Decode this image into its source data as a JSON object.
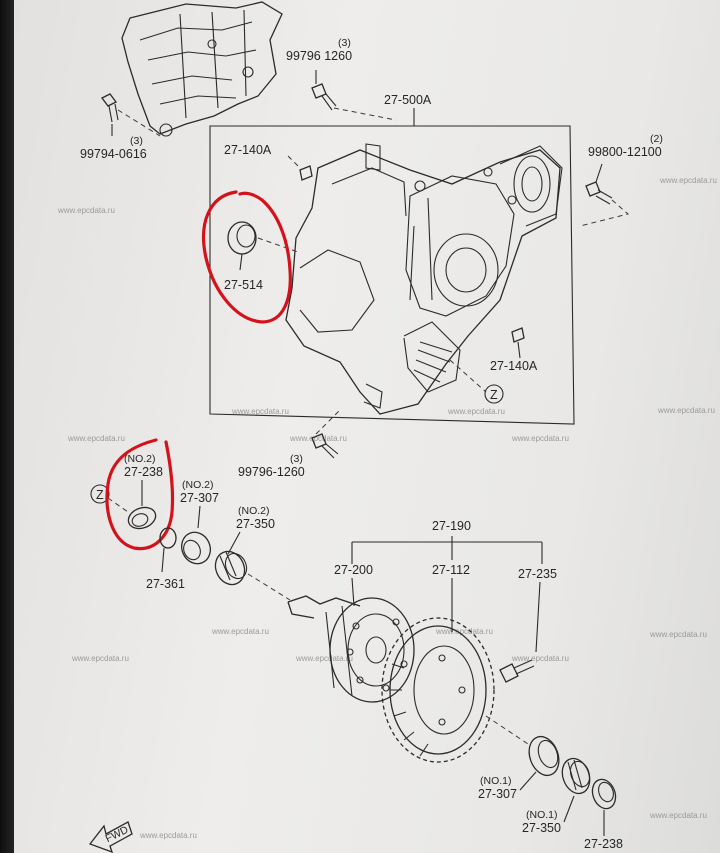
{
  "labels": {
    "p_27_500a": "27-500A",
    "p_99796_1260_top": "99796 1260",
    "p_99796_1260_top_qty": "(3)",
    "p_99794_0616": "99794-0616",
    "p_99794_0616_qty": "(3)",
    "p_27_140a_top": "27-140A",
    "p_99800_12100": "99800-12100",
    "p_99800_12100_qty": "(2)",
    "p_27_514": "27-514",
    "p_27_140a_bottom": "27-140A",
    "ref_z_top": "Z",
    "p_99796_1260_mid": "99796-1260",
    "p_99796_1260_mid_qty": "(3)",
    "p_27_238_left_note": "(NO.2)",
    "p_27_238_left": "27-238",
    "ref_z_left": "Z",
    "p_27_307_upper_note": "(NO.2)",
    "p_27_307_upper": "27-307",
    "p_27_350_upper_note": "(NO.2)",
    "p_27_350_upper": "27-350",
    "p_27_361": "27-361",
    "p_27_190": "27-190",
    "p_27_200": "27-200",
    "p_27_112": "27-112",
    "p_27_235": "27-235",
    "p_27_307_lower_note": "(NO.1)",
    "p_27_307_lower": "27-307",
    "p_27_350_lower_note": "(NO.1)",
    "p_27_350_lower": "27-350",
    "p_27_238_lower": "27-238",
    "fwd": "FWD"
  },
  "watermarks": [
    "www.epcdata.ru",
    "www.epcdata.ru",
    "www.epcdata.ru",
    "www.epcdata.ru",
    "www.epcdata.ru",
    "www.epcdata.ru",
    "www.epcdata.ru",
    "www.epcdata.ru",
    "www.epcdata.ru",
    "www.epcdata.ru",
    "www.epcdata.ru",
    "www.epcdata.ru",
    "www.epcdata.ru",
    "www.epcdata.ru",
    "www.epcdata.ru",
    "www.epcdata.ru"
  ],
  "colors": {
    "annotation_circle": "#d4121b",
    "line_art": "#2b2b2b",
    "paper": "#eeedeb"
  }
}
